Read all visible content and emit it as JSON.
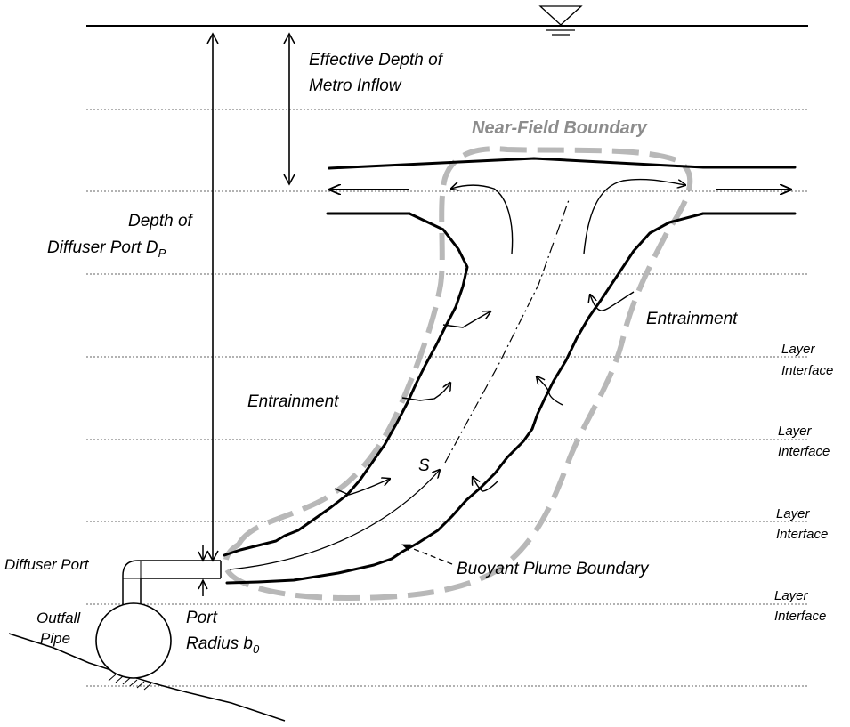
{
  "labels": {
    "effective_depth_1": "Effective Depth of",
    "effective_depth_2": "Metro Inflow",
    "near_field": "Near-Field Boundary",
    "depth_port_1": "Depth of",
    "depth_port_2": "Diffuser Port D",
    "depth_port_sub": "P",
    "entrainment_left": "Entrainment",
    "entrainment_right": "Entrainment",
    "layer_interface_1a": "Layer",
    "layer_interface_1b": "Interface",
    "layer_interface_2a": "Layer",
    "layer_interface_2b": "Interface",
    "layer_interface_3a": "Layer",
    "layer_interface_3b": "Interface",
    "layer_interface_4a": "Layer",
    "layer_interface_4b": "Interface",
    "s_label": "S",
    "diffuser_port": "Diffuser Port",
    "buoyant_plume": "Buoyant Plume Boundary",
    "outfall_1": "Outfall",
    "outfall_2": "Pipe",
    "port_radius_1": "Port",
    "port_radius_2": "Radius b",
    "port_radius_sub": "0"
  },
  "colors": {
    "near_field_boundary": "#b8b8b8",
    "near_field_text": "#8c8c8c",
    "line": "#000000",
    "layer_line": "#666666"
  }
}
